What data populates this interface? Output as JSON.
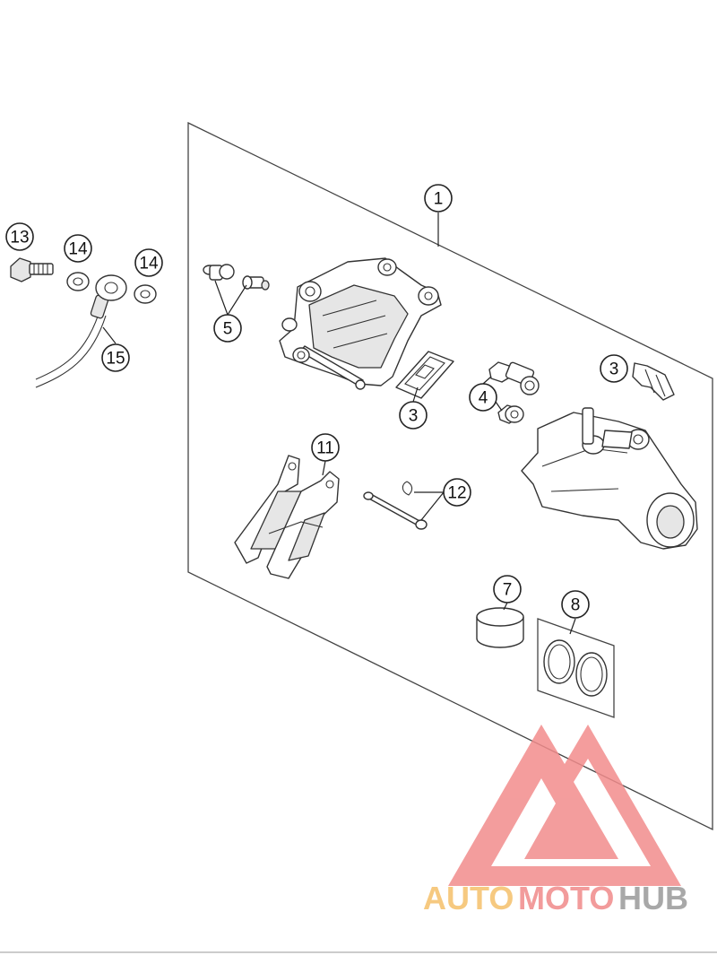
{
  "callouts": [
    {
      "id": "c1",
      "label": "1"
    },
    {
      "id": "c3a",
      "label": "3"
    },
    {
      "id": "c3b",
      "label": "3"
    },
    {
      "id": "c4",
      "label": "4"
    },
    {
      "id": "c5",
      "label": "5"
    },
    {
      "id": "c7",
      "label": "7"
    },
    {
      "id": "c8",
      "label": "8"
    },
    {
      "id": "c11",
      "label": "11"
    },
    {
      "id": "c12",
      "label": "12"
    },
    {
      "id": "c13",
      "label": "13"
    },
    {
      "id": "c14a",
      "label": "14"
    },
    {
      "id": "c14b",
      "label": "14"
    },
    {
      "id": "c15",
      "label": "15"
    }
  ],
  "watermark": {
    "part1": "AUTO",
    "part2": "MOTO",
    "part3": "HUB",
    "color1": "#f5c06a",
    "color2": "#f08a8a",
    "color3": "#9a9a9a",
    "triangle_color": "#f28c8c"
  }
}
